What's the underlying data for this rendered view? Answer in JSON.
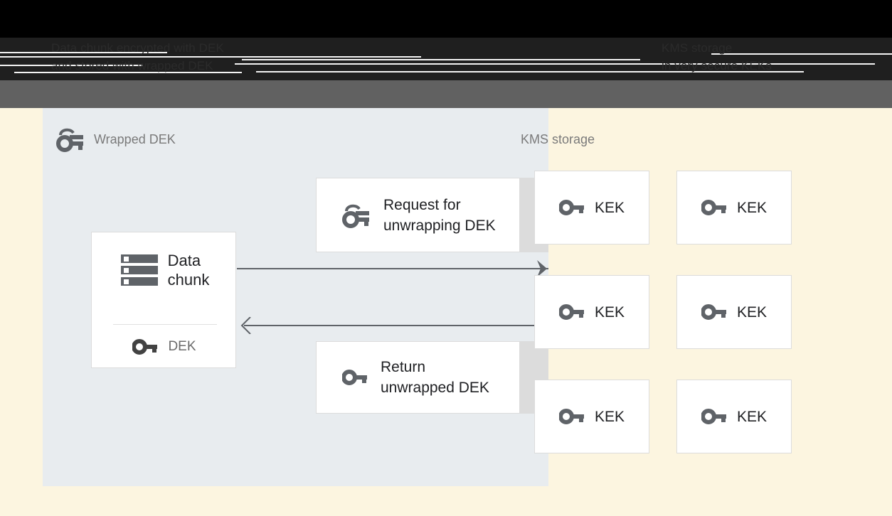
{
  "caption": {
    "left_text": "Data chunk encrypted with DEK\nand stored with wrapped DEK",
    "right_text": "KMS storage\nin very secure KEKs"
  },
  "client_panel": {
    "title": "Wrapped DEK",
    "title_icon": "wrapped-key-icon",
    "data_chunk_card": {
      "icon": "server-stack-icon",
      "label": "Data\nchunk",
      "key_icon": "key-icon",
      "key_label": "DEK"
    },
    "messages": [
      {
        "icon": "wrapped-key-icon",
        "label": "Request for\nunwrapping DEK"
      },
      {
        "icon": "key-icon",
        "label": "Return\nunwrapped DEK"
      }
    ],
    "arrows": [
      {
        "name": "request-arrow",
        "direction": "right"
      },
      {
        "name": "return-arrow",
        "direction": "left"
      }
    ]
  },
  "kms_panel": {
    "title": "KMS storage",
    "keys": [
      {
        "icon": "key-icon",
        "label": "KEK"
      },
      {
        "icon": "key-icon",
        "label": "KEK"
      },
      {
        "icon": "key-icon",
        "label": "KEK"
      },
      {
        "icon": "key-icon",
        "label": "KEK"
      },
      {
        "icon": "key-icon",
        "label": "KEK"
      },
      {
        "icon": "key-icon",
        "label": "KEK"
      }
    ]
  },
  "colors": {
    "canvas_background": "#fcf5e0",
    "client_panel": "#e8ecef",
    "card_background": "#ffffff",
    "card_border": "#dcdcdc",
    "card_shadow": "#dcdcdc",
    "icon_grey": "#5f6368",
    "title_grey": "#7a7a7a",
    "text_dark": "#202124",
    "toolbar_grey": "#616161",
    "caption_band": "#1f1f1f"
  }
}
